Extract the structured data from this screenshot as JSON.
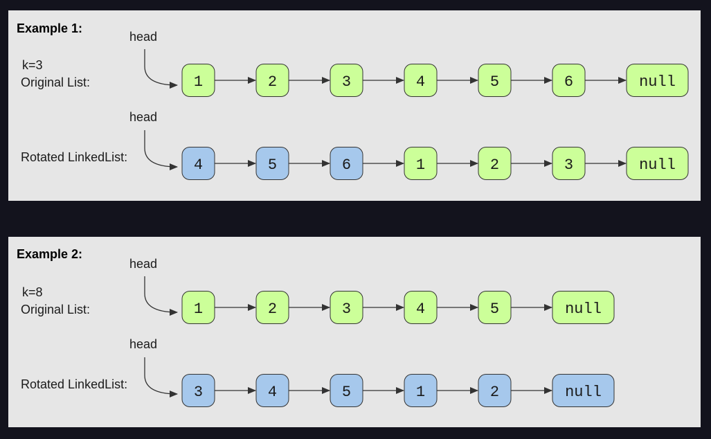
{
  "colors": {
    "page_background": "#13131d",
    "panel_background": "#e6e6e6",
    "original_node": "#ccff99",
    "rotated_node": "#a6c8ec",
    "stroke": "#333333"
  },
  "examples": [
    {
      "title": "Example 1:",
      "k_label": "k=3",
      "original_label": "Original List:",
      "rotated_label": "Rotated LinkedList:",
      "head_label": "head",
      "original": [
        {
          "text": "1",
          "kind": "orig"
        },
        {
          "text": "2",
          "kind": "orig"
        },
        {
          "text": "3",
          "kind": "orig"
        },
        {
          "text": "4",
          "kind": "orig"
        },
        {
          "text": "5",
          "kind": "orig"
        },
        {
          "text": "6",
          "kind": "orig"
        },
        {
          "text": "null",
          "kind": "orig"
        }
      ],
      "rotated": [
        {
          "text": "4",
          "kind": "rot"
        },
        {
          "text": "5",
          "kind": "rot"
        },
        {
          "text": "6",
          "kind": "rot"
        },
        {
          "text": "1",
          "kind": "orig"
        },
        {
          "text": "2",
          "kind": "orig"
        },
        {
          "text": "3",
          "kind": "orig"
        },
        {
          "text": "null",
          "kind": "orig"
        }
      ]
    },
    {
      "title": "Example 2:",
      "k_label": "k=8",
      "original_label": "Original List:",
      "rotated_label": "Rotated LinkedList:",
      "head_label": "head",
      "original": [
        {
          "text": "1",
          "kind": "orig"
        },
        {
          "text": "2",
          "kind": "orig"
        },
        {
          "text": "3",
          "kind": "orig"
        },
        {
          "text": "4",
          "kind": "orig"
        },
        {
          "text": "5",
          "kind": "orig"
        },
        {
          "text": "null",
          "kind": "orig"
        }
      ],
      "rotated": [
        {
          "text": "3",
          "kind": "rot"
        },
        {
          "text": "4",
          "kind": "rot"
        },
        {
          "text": "5",
          "kind": "rot"
        },
        {
          "text": "1",
          "kind": "rot"
        },
        {
          "text": "2",
          "kind": "rot"
        },
        {
          "text": "null",
          "kind": "rot"
        }
      ]
    }
  ]
}
